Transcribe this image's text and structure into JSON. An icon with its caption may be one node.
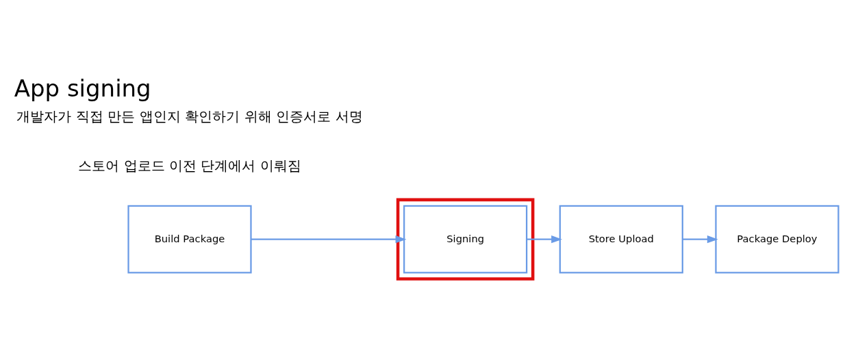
{
  "diagram": {
    "title": "App signing",
    "nodes": [
      {
        "text": [
          "Build Package"
        ]
      },
      {
        "text": [],
        "shape": "box"
      },
      {
        "text": [
          "Signing"
        ],
        "in": 1
      },
      {
        "text": [
          "Store Upload"
        ]
      },
      {
        "text": [
          "Package Deploy"
        ]
      }
    ],
    "edges": [
      {
        "from": 0,
        "to": 2,
        "arrow": "to"
      },
      {
        "from": 2,
        "to": 3,
        "arrow": "to"
      },
      {
        "from": 3,
        "to": 4,
        "arrow": "to"
      }
    ],
    "labels": [
      "개발자가 직접 만든 앱인지 확인하기 위해 인증서로 서명",
      "스토어 업로드 이전 단계에서 이뤄짐"
    ]
  }
}
